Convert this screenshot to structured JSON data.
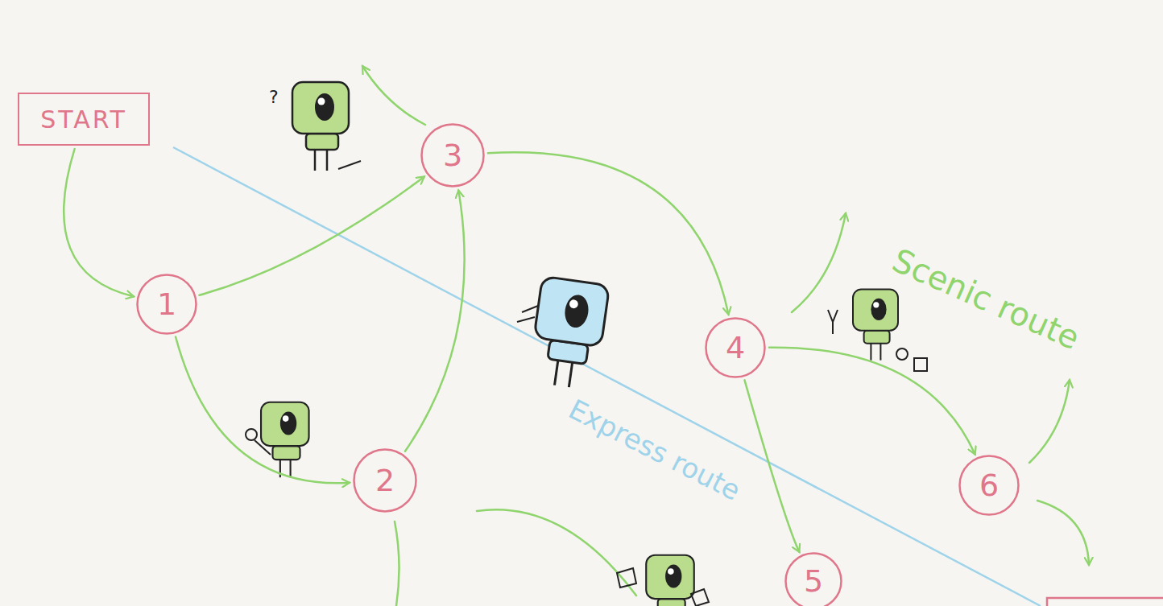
{
  "diagram": {
    "nodes": [
      {
        "text": [
          "START"
        ]
      },
      {
        "text": [
          "1"
        ]
      },
      {
        "text": [
          "2"
        ]
      },
      {
        "text": [
          "3"
        ]
      },
      {
        "text": [
          "4"
        ]
      },
      {
        "text": [
          "5"
        ]
      },
      {
        "text": [
          "6"
        ]
      }
    ],
    "edges": [
      {
        "from": 0,
        "to": 1,
        "arrow": "to"
      },
      {
        "from": 1,
        "to": 3,
        "arrow": "to"
      },
      {
        "from": 1,
        "to": 2,
        "arrow": "to"
      },
      {
        "from": 2,
        "to": 3,
        "arrow": "to"
      },
      {
        "from": 3,
        "to": 4,
        "arrow": "to"
      },
      {
        "from": 4,
        "to": 6,
        "arrow": "to"
      },
      {
        "from": 4,
        "to": 5,
        "arrow": "to"
      }
    ],
    "labels": [
      "?",
      "Scenic route",
      "Express route"
    ]
  }
}
